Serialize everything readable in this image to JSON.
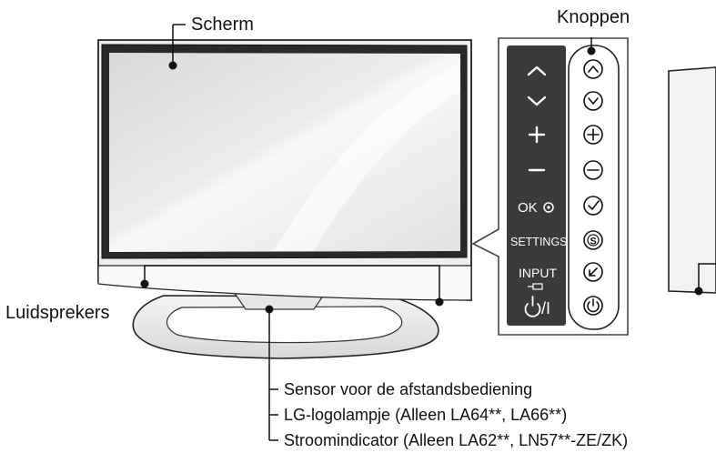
{
  "labels": {
    "screen": "Scherm",
    "buttons": "Knoppen",
    "speakers": "Luidsprekers",
    "sensor": "Sensor voor de afstandsbediening",
    "logo_light": "LG-logolampje (Alleen LA64**, LA66**)",
    "power_indicator": "Stroomindicator (Alleen LA62**, LN57**-ZE/ZK)"
  },
  "panel": {
    "ok_label": "OK",
    "settings_label": "SETTINGS",
    "input_label": "INPUT",
    "power_label": "/I"
  },
  "icons": {
    "panel": [
      "chevron-up",
      "chevron-down",
      "plus",
      "minus",
      "ok-target",
      "settings",
      "input",
      "power"
    ],
    "buttons": [
      "up-button",
      "down-button",
      "plus-button",
      "minus-button",
      "check-button",
      "settings-s-button",
      "input-arrow-button",
      "power-button"
    ]
  },
  "colors": {
    "panel_dark": "#3a3a3a",
    "bezel": "#2a2a2a",
    "screen_light": "#f2f2f2",
    "screen_mid": "#cfcfcf"
  }
}
